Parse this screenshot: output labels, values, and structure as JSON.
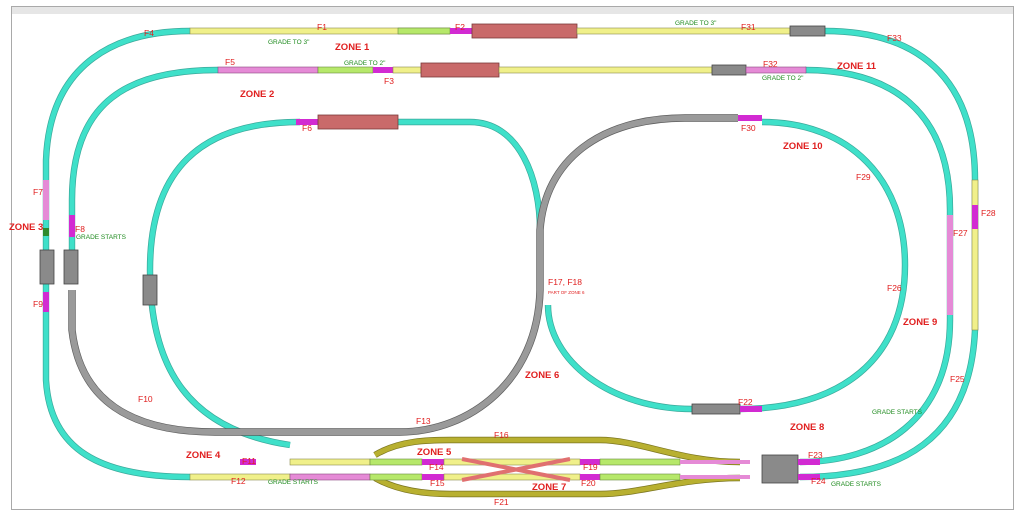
{
  "zones": [
    {
      "id": "zone-1",
      "label": "ZONE 1"
    },
    {
      "id": "zone-2",
      "label": "ZONE 2"
    },
    {
      "id": "zone-3",
      "label": "ZONE 3"
    },
    {
      "id": "zone-4",
      "label": "ZONE 4"
    },
    {
      "id": "zone-5",
      "label": "ZONE 5"
    },
    {
      "id": "zone-6",
      "label": "ZONE 6"
    },
    {
      "id": "zone-7",
      "label": "ZONE 7"
    },
    {
      "id": "zone-8",
      "label": "ZONE 8"
    },
    {
      "id": "zone-9",
      "label": "ZONE 9"
    },
    {
      "id": "zone-10",
      "label": "ZONE 10"
    },
    {
      "id": "zone-11",
      "label": "ZONE 11"
    }
  ],
  "feeders": {
    "f1": "F1",
    "f2": "F2",
    "f3": "F3",
    "f4": "F4",
    "f5": "F5",
    "f6": "F6",
    "f7": "F7",
    "f8": "F8",
    "f9": "F9",
    "f10": "F10",
    "f11": "F11",
    "f12": "F12",
    "f13": "F13",
    "f14": "F14",
    "f15": "F15",
    "f16": "F16",
    "f17_18": "F17, F18",
    "f19": "F19",
    "f20": "F20",
    "f21": "F21",
    "f22": "F22",
    "f23": "F23",
    "f24": "F24",
    "f25": "F25",
    "f26": "F26",
    "f27": "F27",
    "f28": "F28",
    "f29": "F29",
    "f30": "F30",
    "f31": "F31",
    "f32": "F32",
    "f33": "F33"
  },
  "grade_notes": {
    "grade_to_3_left": "GRADE TO 3\"",
    "grade_to_3_right": "GRADE TO 3\"",
    "grade_to_2_left": "GRADE TO 2\"",
    "grade_to_2_right": "GRADE TO 2\"",
    "grade_starts_left": "GRADE STARTS",
    "grade_starts_bottom_left": "GRADE STARTS",
    "grade_starts_right": "GRADE STARTS",
    "grade_starts_bottom_right": "GRADE STARTS"
  },
  "notes": {
    "part_of_zone_6": "PART OF ZONE 6"
  },
  "colors": {
    "curve_track": "#3fe0c9",
    "double_track": "#9a9a9a",
    "siding_track": "#b8b030",
    "feeder_section": "#e58ad6",
    "bridge": "#c96a6a",
    "straight_yellow": "#f0f08a",
    "straight_green": "#b6e86a",
    "label_red": "#e02020",
    "grade_green": "#1d8a1d"
  }
}
